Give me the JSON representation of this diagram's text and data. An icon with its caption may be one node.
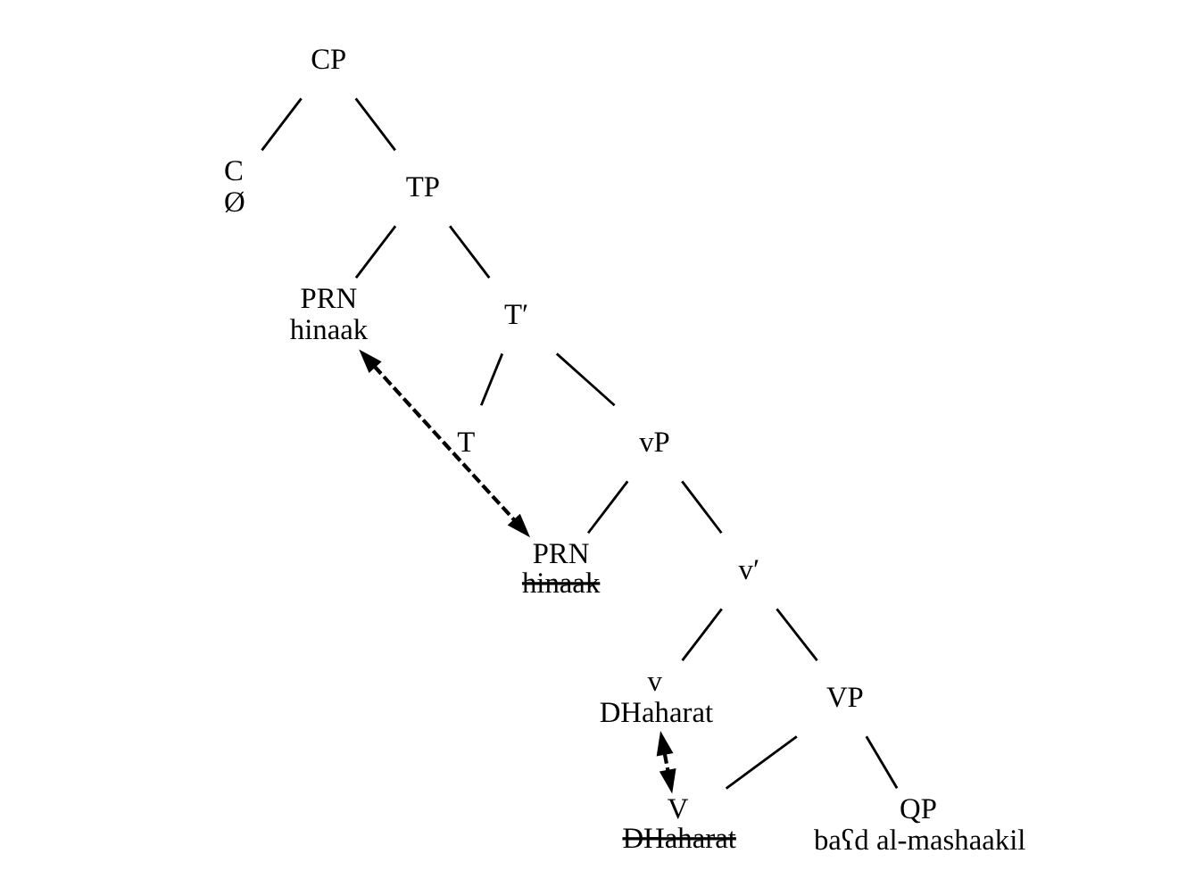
{
  "diagram": {
    "nodes": [
      {
        "text": [
          "CP"
        ]
      },
      {
        "text": [
          "C",
          "Ø"
        ]
      },
      {
        "text": [
          "TP"
        ]
      },
      {
        "text": [
          "PRN",
          "hinaak"
        ]
      },
      {
        "text": [
          "T′"
        ]
      },
      {
        "text": [
          "T"
        ]
      },
      {
        "text": [
          "vP"
        ]
      },
      {
        "text": [
          "PRN",
          "hinaak"
        ]
      },
      {
        "text": [
          "v′"
        ]
      },
      {
        "text": [
          "v",
          "DHaharat"
        ]
      },
      {
        "text": [
          "VP"
        ]
      },
      {
        "text": [
          "V",
          "DHaharat"
        ]
      },
      {
        "text": [
          "QP",
          "baʕd al-mashaakil"
        ]
      }
    ],
    "edges": [
      {
        "from": 0,
        "to": 1,
        "arrow": "none"
      },
      {
        "from": 0,
        "to": 2,
        "arrow": "none"
      },
      {
        "from": 2,
        "to": 3,
        "arrow": "none"
      },
      {
        "from": 2,
        "to": 4,
        "arrow": "none"
      },
      {
        "from": 4,
        "to": 5,
        "arrow": "none"
      },
      {
        "from": 4,
        "to": 6,
        "arrow": "none"
      },
      {
        "from": 6,
        "to": 7,
        "arrow": "none"
      },
      {
        "from": 6,
        "to": 8,
        "arrow": "none"
      },
      {
        "from": 8,
        "to": 9,
        "arrow": "none"
      },
      {
        "from": 8,
        "to": 10,
        "arrow": "none"
      },
      {
        "from": 10,
        "to": 11,
        "arrow": "none"
      },
      {
        "from": 10,
        "to": 12,
        "arrow": "none"
      },
      {
        "from": 3,
        "to": 7,
        "arrow": "both",
        "style": "dashed"
      },
      {
        "from": 9,
        "to": 11,
        "arrow": "both",
        "style": "dashed"
      }
    ]
  }
}
